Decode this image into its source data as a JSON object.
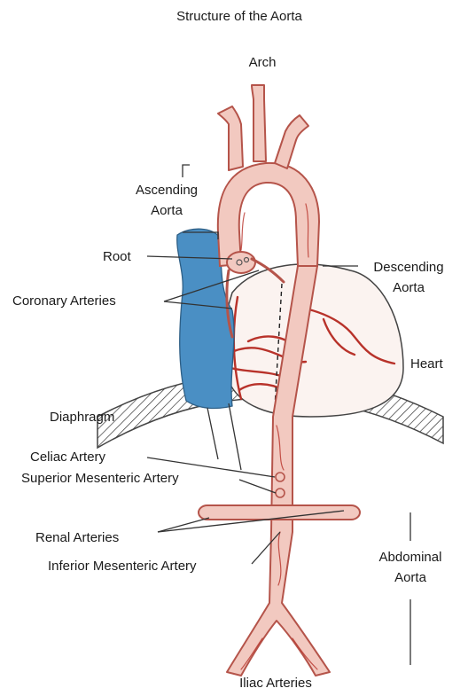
{
  "title": "Structure of the Aorta",
  "labels": {
    "arch": "Arch",
    "ascending_aorta": [
      "Ascending",
      "Aorta"
    ],
    "root": "Root",
    "coronary_arteries": "Coronary Arteries",
    "descending_aorta": [
      "Descending",
      "Aorta"
    ],
    "heart": "Heart",
    "diaphragm": "Diaphragm",
    "celiac_artery": "Celiac Artery",
    "superior_mesenteric_artery": "Superior Mesenteric Artery",
    "renal_arteries": "Renal Arteries",
    "inferior_mesenteric_artery": "Inferior Mesenteric Artery",
    "abdominal_aorta": [
      "Abdominal",
      "Aorta"
    ],
    "iliac_arteries": "Iliac Arteries"
  },
  "colors": {
    "artery_fill": "#f2c9c0",
    "artery_outline": "#b5544a",
    "vessel_red": "#b8322a",
    "vein_blue": "#4a8fc4",
    "heart_fill": "#fbf3f0",
    "leader_line": "#333333"
  }
}
